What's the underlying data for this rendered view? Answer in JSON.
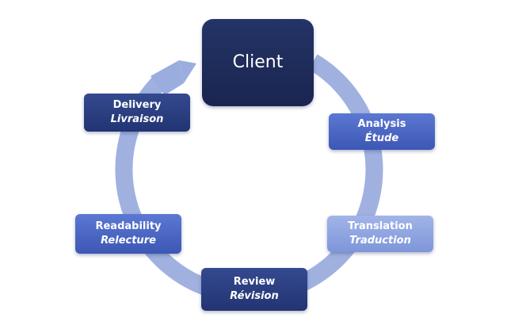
{
  "diagram": {
    "type": "cycle",
    "center": {
      "label": "Client"
    },
    "steps": [
      {
        "en": "Analysis",
        "fr": "Étude",
        "shade": "mid"
      },
      {
        "en": "Translation",
        "fr": "Traduction",
        "shade": "light"
      },
      {
        "en": "Review",
        "fr": "Révision",
        "shade": "dark"
      },
      {
        "en": "Readability",
        "fr": "Relecture",
        "shade": "mid"
      },
      {
        "en": "Delivery",
        "fr": "Livraison",
        "shade": "dark"
      }
    ],
    "colors": {
      "ring": "#9badde",
      "client": "#1f2c5c",
      "dark": "#2a3c7f",
      "mid": "#4a66c4",
      "light": "#8ea3df"
    }
  }
}
